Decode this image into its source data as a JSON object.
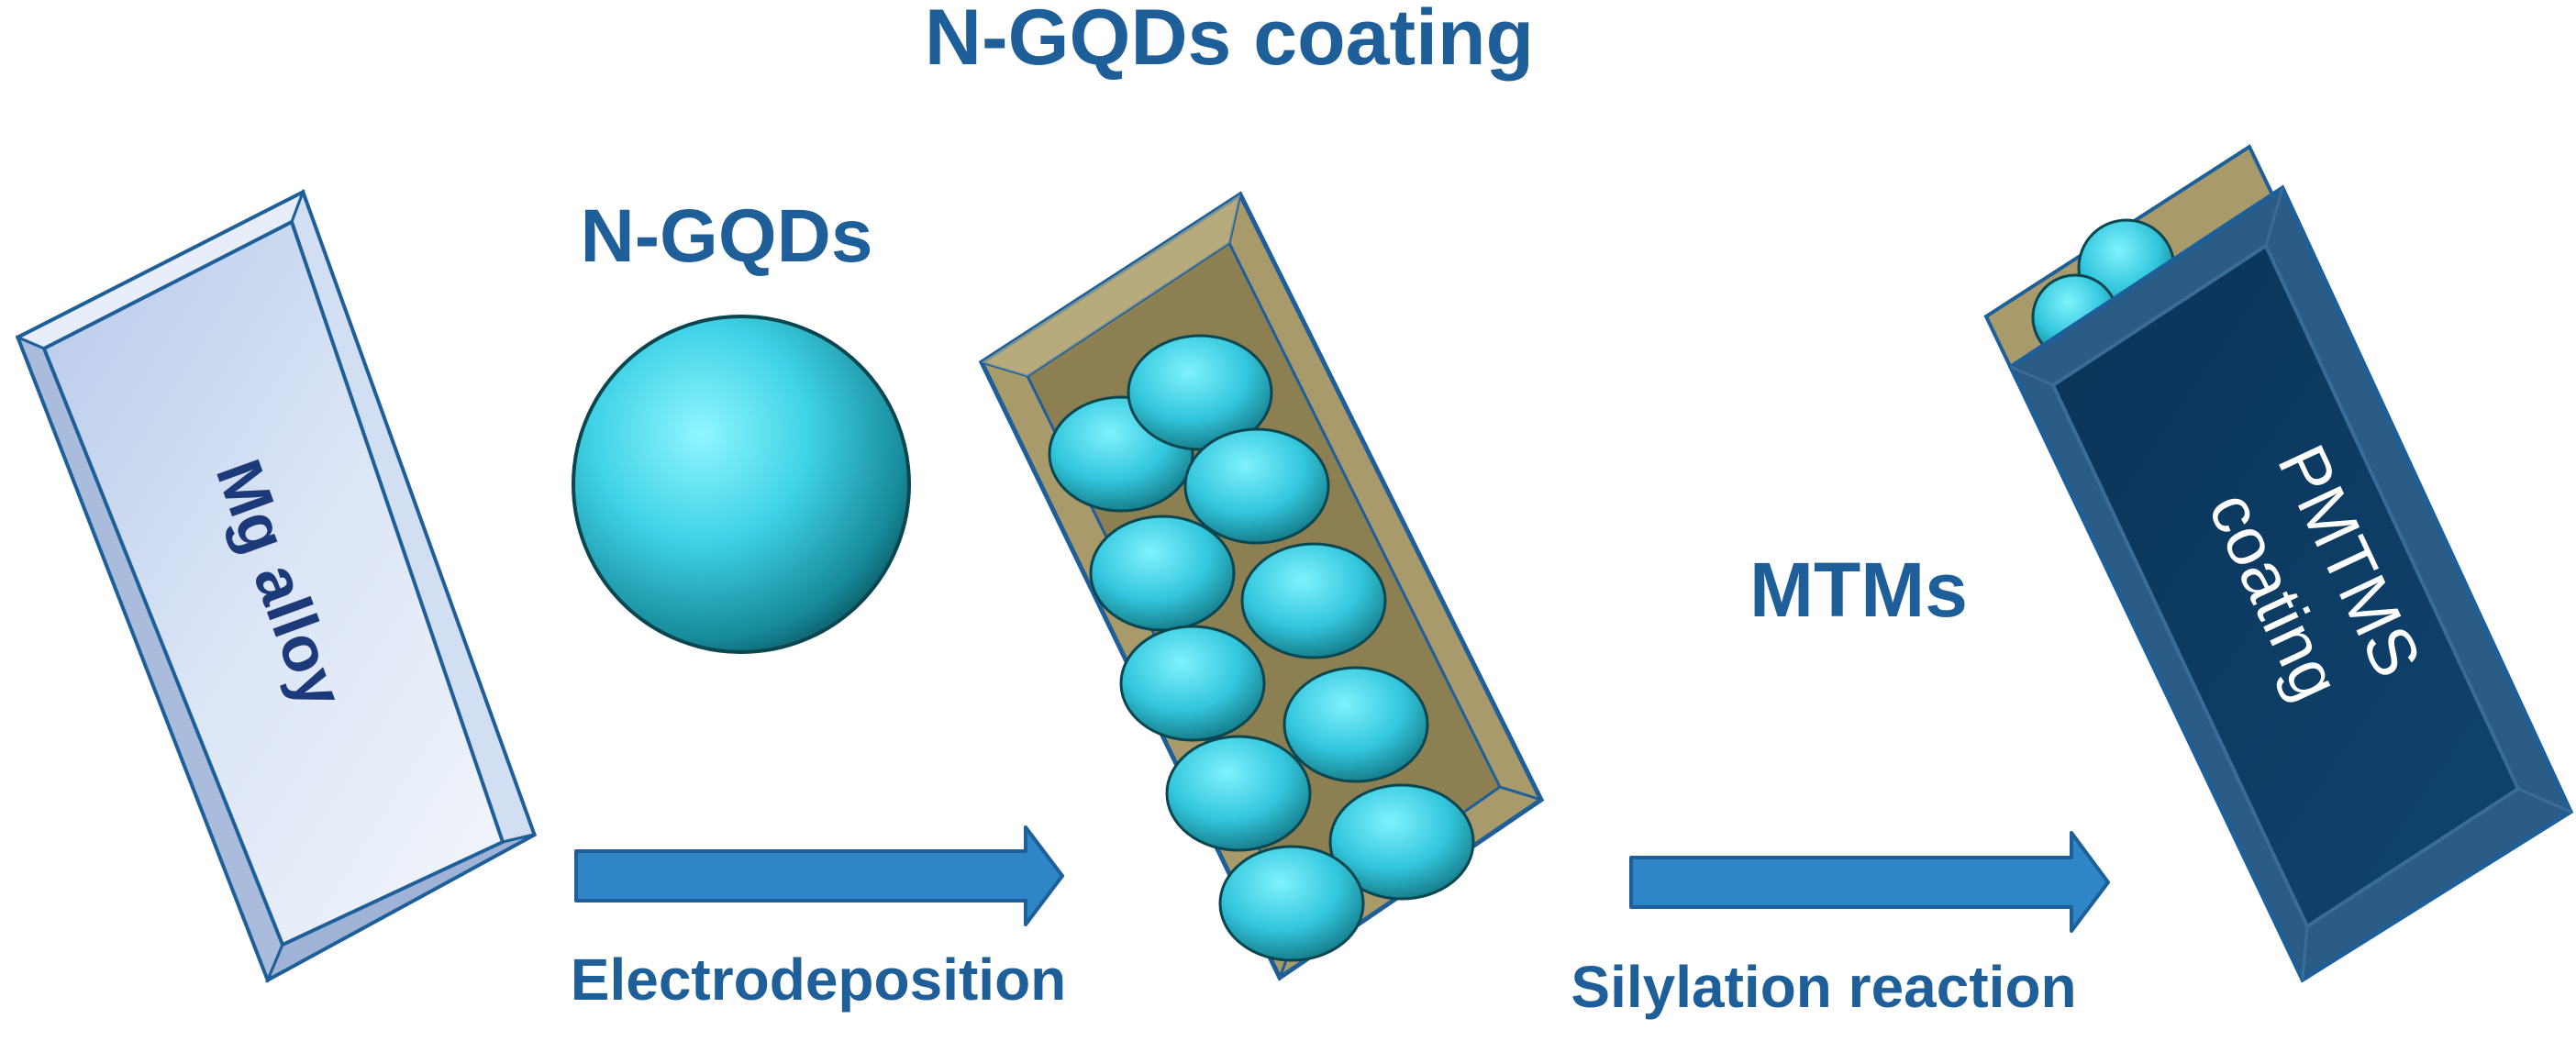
{
  "colors": {
    "text": "#1f5f99",
    "dark_text": "#1c3a7a",
    "arrow": "#2f86c6",
    "arrow_stroke": "#1f5f99",
    "plate_light": "#c8d6ee",
    "plate_border": "#1f5f99",
    "tray": "#a89a6a",
    "tray_bottom": "#6f6846",
    "sphere_light": "#7ff0ff",
    "sphere_mid": "#38c9de",
    "sphere_dark": "#12737f",
    "pmtms_face": "#0d3b62",
    "pmtms_bevel": "#2b5c86"
  },
  "icons": {
    "plate": "mg-alloy-plate-icon",
    "sphere": "n-gqd-sphere-icon",
    "tray": "coated-tray-icon",
    "final": "pmtms-coated-plate-icon",
    "arrow": "right-arrow-icon"
  },
  "labels": {
    "title": "N-GQDs coating",
    "ngqds": "N-GQDs",
    "mg_alloy": "Mg alloy",
    "mtms": "MTMs",
    "pmtms_line1": "PMTMS",
    "pmtms_line2": "coating",
    "step1": "Electrodeposition",
    "step2": "Silylation reaction"
  }
}
